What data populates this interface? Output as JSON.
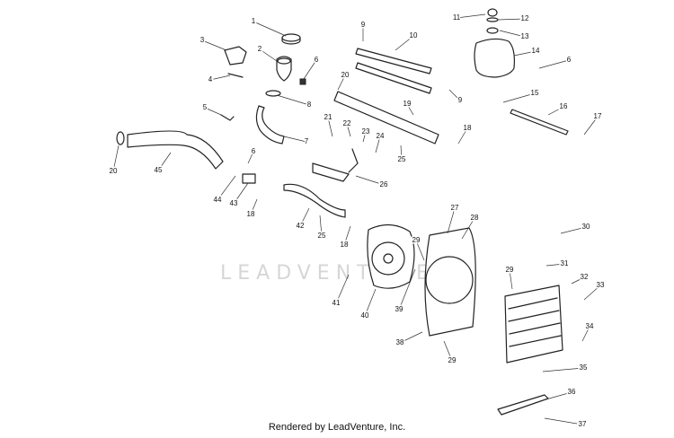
{
  "watermark": "LEADVENTURE",
  "footer": "Rendered by LeadVenture, Inc.",
  "callouts": [
    "1",
    "2",
    "3",
    "4",
    "5",
    "6",
    "6",
    "6",
    "7",
    "8",
    "9",
    "9",
    "10",
    "11",
    "12",
    "13",
    "14",
    "15",
    "16",
    "17",
    "18",
    "18",
    "18",
    "19",
    "20",
    "20",
    "21",
    "22",
    "23",
    "24",
    "25",
    "25",
    "26",
    "27",
    "28",
    "29",
    "29",
    "29",
    "30",
    "31",
    "32",
    "33",
    "34",
    "35",
    "36",
    "37",
    "38",
    "39",
    "40",
    "41",
    "42",
    "43",
    "44",
    "45"
  ]
}
